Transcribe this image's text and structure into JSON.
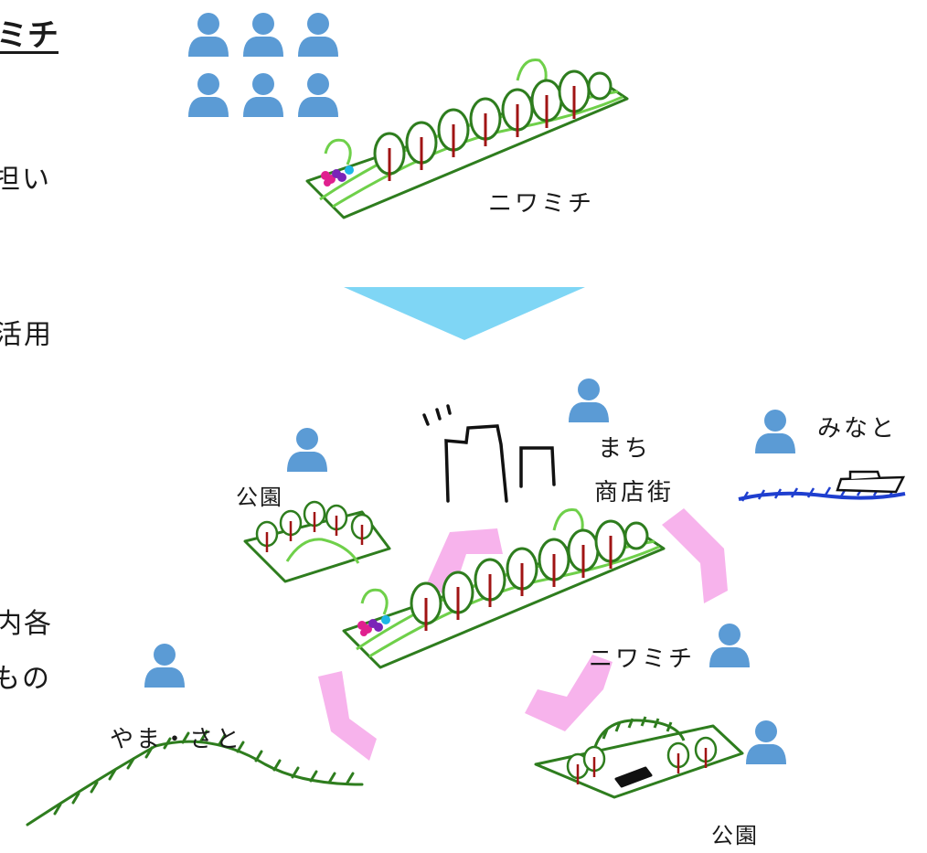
{
  "left_column": {
    "heading_fragment": "ミチ",
    "line_1_fragment": "担い",
    "line_2_fragment": "活用",
    "line_3_fragment": "内各",
    "line_4_fragment": "もの"
  },
  "top_diagram": {
    "label": "ニワミチ"
  },
  "bottom_diagram": {
    "center_label": "ニワミチ",
    "labels": {
      "park_upper": "公園",
      "town": "まち",
      "shopping_street": "商店街",
      "port": "みなと",
      "mountain_village": "やま・さと",
      "park_lower": "公園"
    }
  },
  "colors": {
    "person": "#5b9bd5",
    "arrow_down": "#7fd6f5",
    "chevron": "#f7b3ec",
    "sketch_green": "#2e7d1e",
    "tree_trunk": "#a01414",
    "light_green": "#6fd04a",
    "water_blue": "#1f3fcf"
  }
}
